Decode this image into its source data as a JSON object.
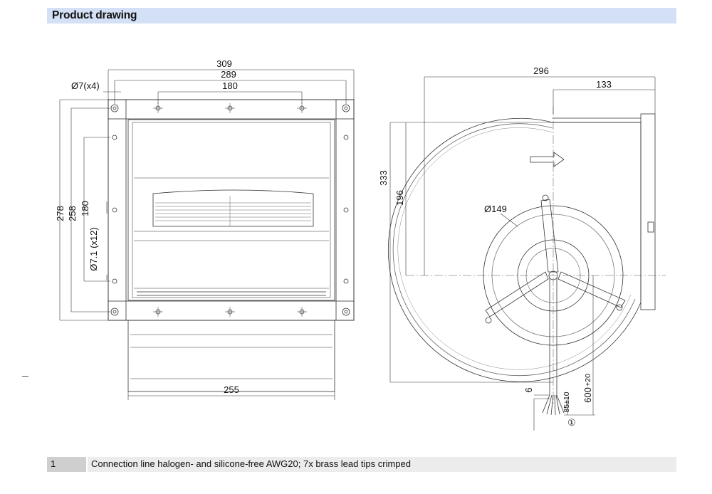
{
  "header": {
    "title": "Product drawing"
  },
  "front_view": {
    "dim_width_total": "309",
    "dim_width_holes": "289",
    "dim_width_inner": "180",
    "dim_hole": "Ø7(x4)",
    "dim_height_total": "278",
    "dim_height_holes": "258",
    "dim_height_inner": "180",
    "dim_side_holes": "Ø7.1 (x12)",
    "dim_bottom": "255"
  },
  "side_view": {
    "dim_length": "296",
    "dim_outlet": "133",
    "dim_height": "333",
    "dim_axis": "196",
    "dim_hub": "Ø149",
    "dim_cable_offset": "6",
    "dim_lead_tips": "85±10",
    "dim_cable_length": "600",
    "dim_cable_length_tol": "+20",
    "callout": "①"
  },
  "legend": [
    {
      "number": "1",
      "text": "Connection line halogen- and silicone-free AWG20; 7x brass lead tips crimped"
    }
  ]
}
